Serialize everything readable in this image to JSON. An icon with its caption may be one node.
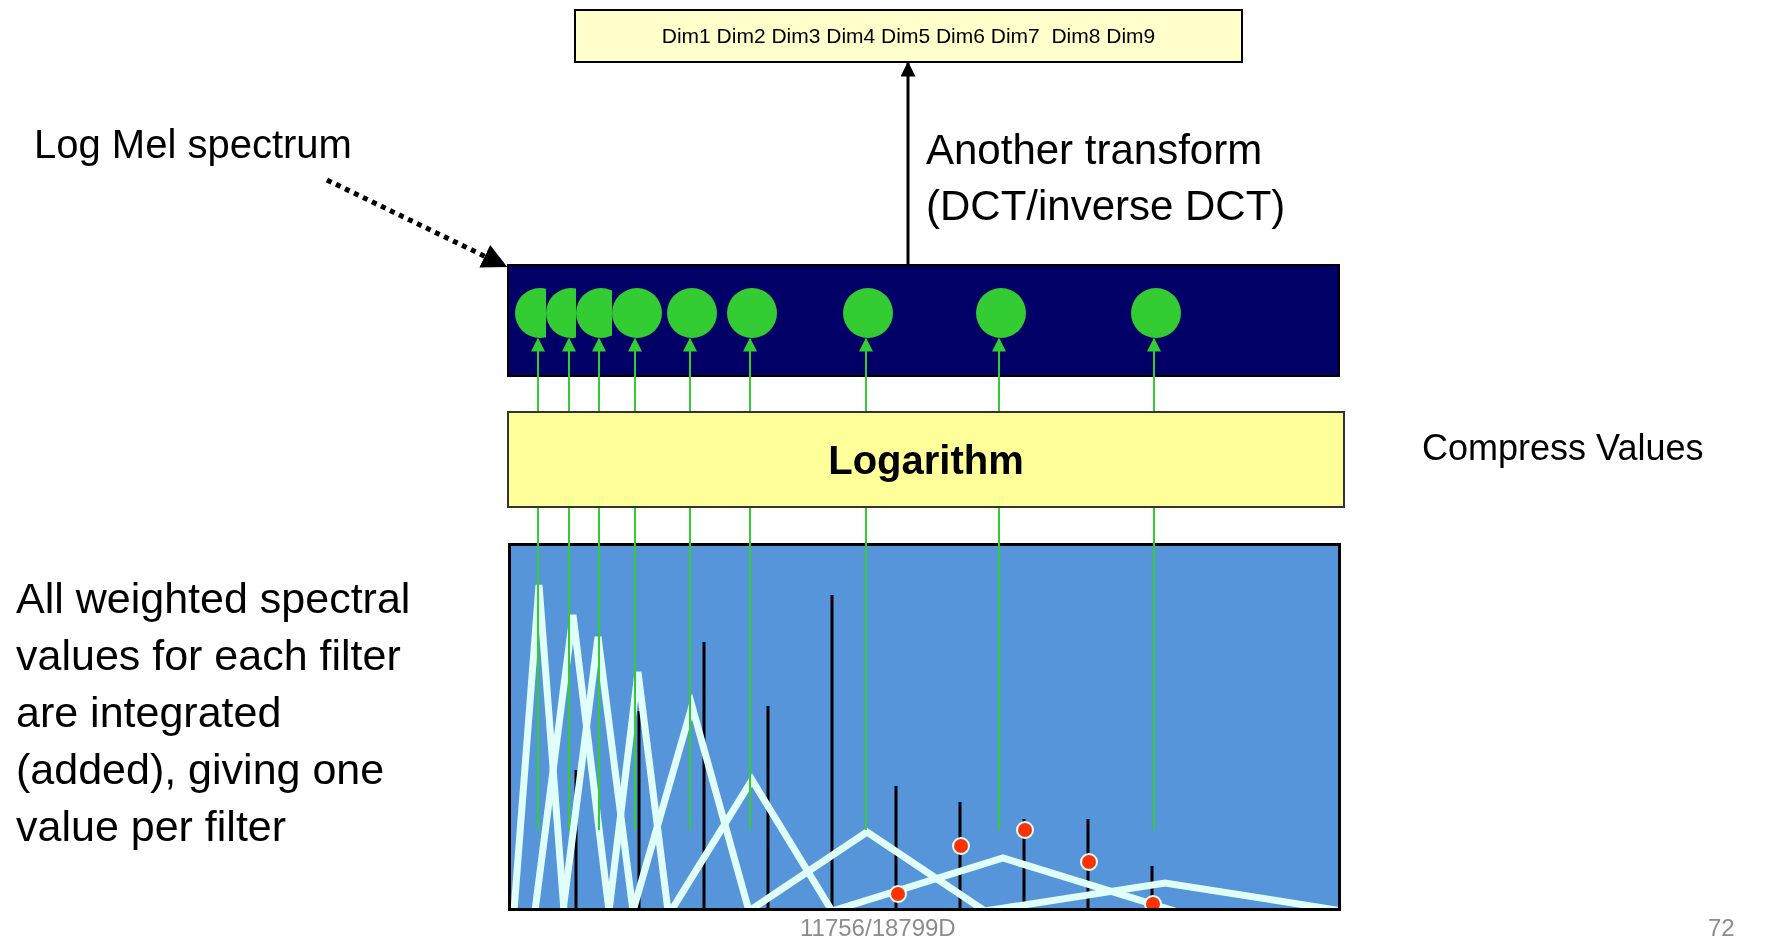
{
  "diagram": {
    "nodes": [
      {
        "text": [
          "Dim1 Dim2 Dim3 Dim4 Dim5 Dim6 Dim7  Dim8 Dim9"
        ]
      },
      {
        "text": [
          "Log Mel spectrum"
        ]
      },
      {
        "text": [],
        "shape": "bar"
      },
      {
        "text": [],
        "shape": "circle",
        "in": 2
      },
      {
        "text": [],
        "shape": "circle",
        "in": 2
      },
      {
        "text": [],
        "shape": "circle",
        "in": 2
      },
      {
        "text": [],
        "shape": "circle",
        "in": 2
      },
      {
        "text": [],
        "shape": "circle",
        "in": 2
      },
      {
        "text": [],
        "shape": "circle",
        "in": 2
      },
      {
        "text": [],
        "shape": "circle",
        "in": 2
      },
      {
        "text": [],
        "shape": "circle",
        "in": 2
      },
      {
        "text": [],
        "shape": "circle",
        "in": 2
      },
      {
        "text": [
          "Logarithm"
        ],
        "beside": [
          "Compress Values"
        ]
      },
      {
        "text": [],
        "shape": "box",
        "beside": [
          "All weighted spectral values for each filter are integrated (added), giving one value per filter"
        ]
      }
    ],
    "edges": [
      {
        "from": 2,
        "to": 0,
        "arrow": "to",
        "label": "Another transform (DCT/inverse DCT)",
        "color": "#000000"
      },
      {
        "from": 1,
        "to": 2,
        "arrow": "to",
        "style": "dashed",
        "color": "#000000"
      },
      {
        "from": 13,
        "to": 12,
        "arrow": "none"
      },
      {
        "from": 13,
        "to": 12,
        "arrow": "none"
      },
      {
        "from": 13,
        "to": 12,
        "arrow": "none"
      },
      {
        "from": 13,
        "to": 12,
        "arrow": "none"
      },
      {
        "from": 13,
        "to": 12,
        "arrow": "none"
      },
      {
        "from": 13,
        "to": 12,
        "arrow": "none"
      },
      {
        "from": 13,
        "to": 12,
        "arrow": "none"
      },
      {
        "from": 13,
        "to": 12,
        "arrow": "none"
      },
      {
        "from": 13,
        "to": 12,
        "arrow": "none"
      },
      {
        "from": 12,
        "to": 3,
        "arrow": "to"
      },
      {
        "from": 12,
        "to": 4,
        "arrow": "to"
      },
      {
        "from": 12,
        "to": 5,
        "arrow": "to"
      },
      {
        "from": 12,
        "to": 6,
        "arrow": "to"
      },
      {
        "from": 12,
        "to": 7,
        "arrow": "to"
      },
      {
        "from": 12,
        "to": 8,
        "arrow": "to"
      },
      {
        "from": 12,
        "to": 9,
        "arrow": "to"
      },
      {
        "from": 12,
        "to": 10,
        "arrow": "to"
      },
      {
        "from": 12,
        "to": 11,
        "arrow": "to"
      }
    ],
    "labels": [
      "11756/18799D",
      "72"
    ]
  }
}
